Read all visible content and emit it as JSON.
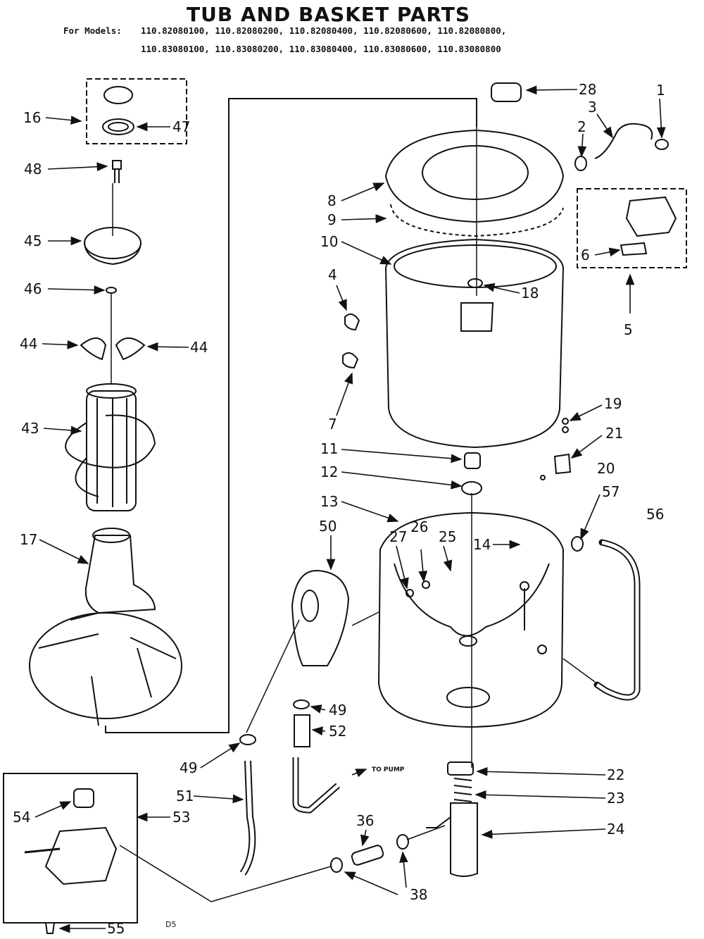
{
  "title": "TUB AND BASKET PARTS",
  "models": {
    "prefix": "For Models:",
    "row1": "110.82080100, 110.82080200, 110.82080400, 110.82080600, 110.82080800,",
    "row2": "110.83080100, 110.83080200, 110.83080400, 110.83080600, 110.83080800"
  },
  "callouts": {
    "p1": "1",
    "p2": "2",
    "p3": "3",
    "p4": "4",
    "p5": "5",
    "p6": "6",
    "p7": "7",
    "p8": "8",
    "p9": "9",
    "p10": "10",
    "p11": "11",
    "p12": "12",
    "p13": "13",
    "p14": "14",
    "p16": "16",
    "p17": "17",
    "p18": "18",
    "p19": "19",
    "p20": "20",
    "p21": "21",
    "p22": "22",
    "p23": "23",
    "p24": "24",
    "p25": "25",
    "p26": "26",
    "p27": "27",
    "p28": "28",
    "p36": "36",
    "p38": "38",
    "p43": "43",
    "p44a": "44",
    "p44b": "44",
    "p45": "45",
    "p46": "46",
    "p47": "47",
    "p48": "48",
    "p49a": "49",
    "p49b": "49",
    "p50": "50",
    "p51": "51",
    "p52": "52",
    "p53": "53",
    "p54": "54",
    "p55": "55",
    "p56": "56",
    "p57": "57"
  },
  "to_pump": "TO PUMP",
  "footer_code": "D5"
}
